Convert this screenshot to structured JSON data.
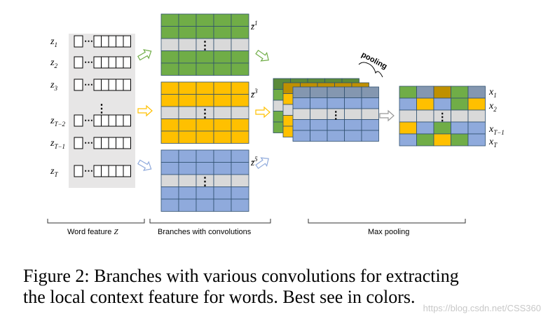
{
  "word_feature": {
    "rows": [
      {
        "base": "z",
        "sub": "1"
      },
      {
        "base": "z",
        "sub": "2"
      },
      {
        "base": "z",
        "sub": "3"
      },
      {
        "base": "z",
        "sub": "T−2"
      },
      {
        "base": "z",
        "sub": "T−1"
      },
      {
        "base": "z",
        "sub": "T"
      }
    ],
    "dots": "⋯",
    "vdots": "⋮"
  },
  "branches": [
    {
      "label_base": "z̄",
      "label_sup": "1",
      "color": "#70ad47"
    },
    {
      "label_base": "z̄",
      "label_sup": "3",
      "color": "#ffc000"
    },
    {
      "label_base": "z̄",
      "label_sup": "5",
      "color": "#8faadc"
    }
  ],
  "pooling_label": "pooling",
  "output": {
    "labels": [
      {
        "base": "x",
        "sub": "1"
      },
      {
        "base": "x",
        "sub": "2"
      },
      {
        "base": "x",
        "sub": "T−1"
      },
      {
        "base": "x",
        "sub": "T"
      }
    ],
    "grid": [
      [
        "#70ad47",
        "#8497b0",
        "#bf9000",
        "#70ad47",
        "#8497b0"
      ],
      [
        "#8faadc",
        "#ffc000",
        "#8faadc",
        "#70ad47",
        "#ffc000"
      ],
      [
        "#d9d9d9",
        "#d9d9d9",
        "#d9d9d9",
        "#d9d9d9",
        "#d9d9d9"
      ],
      [
        "#ffc000",
        "#8faadc",
        "#70ad47",
        "#8faadc",
        "#8faadc"
      ],
      [
        "#8faadc",
        "#70ad47",
        "#ffc000",
        "#70ad47",
        "#8faadc"
      ]
    ]
  },
  "section_labels": {
    "word_feature": "Word feature",
    "word_feature_var": "Z",
    "branches": "Branches with convolutions",
    "max_pooling": "Max pooling"
  },
  "colors": {
    "green": "#70ad47",
    "yellow": "#ffc000",
    "blue": "#8faadc",
    "gray": "#d9d9d9",
    "panel": "#e7e6e6",
    "grid_line": "#2f4f6f"
  },
  "caption": {
    "line1": "Figure 2: Branches with various convolutions for extracting",
    "line2": "the local context feature for words. Best see in colors."
  },
  "watermark": "https://blog.csdn.net/CSS360"
}
